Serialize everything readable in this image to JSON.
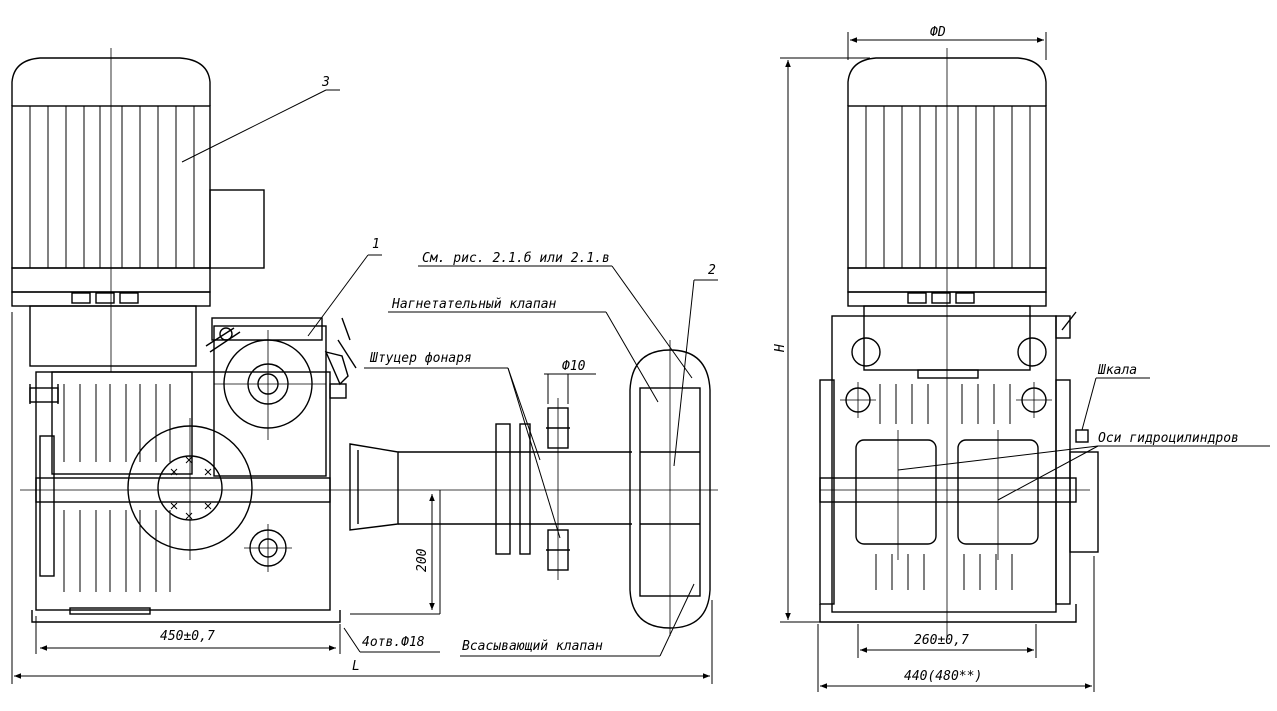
{
  "labels": {
    "callout_1": "1",
    "callout_2": "2",
    "callout_3": "3",
    "see_fig": "См. рис. 2.1.б или 2.1.в",
    "discharge_valve": "Нагнетательный клапан",
    "lantern_fitting": "Штуцер фонаря",
    "suction_valve": "Всасывающий клапан",
    "scale": "Шкала",
    "cyl_axes": "Оси гидроцилиндров"
  },
  "dims": {
    "phi10": "Ф10",
    "d200": "200",
    "d450": "450±0,7",
    "holes": "4отв.Ф18",
    "L": "L",
    "phiD": "ФD",
    "H": "H",
    "d260": "260±0,7",
    "d440": "440(480**)"
  }
}
